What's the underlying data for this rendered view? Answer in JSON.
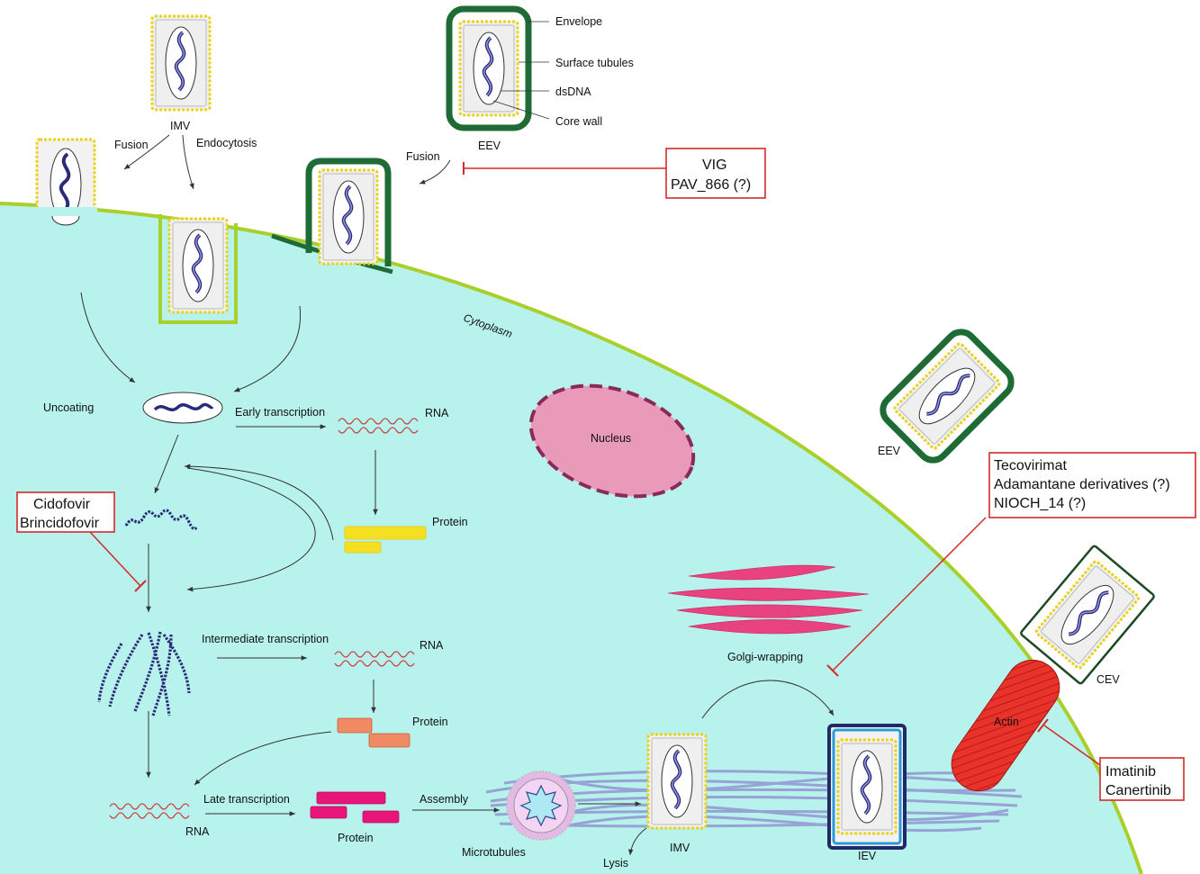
{
  "labels": {
    "imv_top": "IMV",
    "fusion_left": "Fusion",
    "endocytosis": "Endocytosis",
    "eev_top": "EEV",
    "envelope": "Envelope",
    "surface_tubules": "Surface tubules",
    "dsdna": "dsDNA",
    "core_wall": "Core wall",
    "fusion_right": "Fusion",
    "cytoplasm": "Cytoplasm",
    "uncoating": "Uncoating",
    "early_transcription": "Early transcription",
    "rna_early": "RNA",
    "protein_early": "Protein",
    "nucleus": "Nucleus",
    "eev_right": "EEV",
    "intermediate_transcription": "Intermediate transcription",
    "rna_intermediate": "RNA",
    "protein_intermediate": "Protein",
    "golgi_wrapping": "Golgi-wrapping",
    "cev": "CEV",
    "actin": "Actin",
    "late_transcription": "Late transcription",
    "rna_late": "RNA",
    "protein_late": "Protein",
    "assembly": "Assembly",
    "microtubules": "Microtubules",
    "lysis": "Lysis",
    "imv_bottom": "IMV",
    "iev": "IEV"
  },
  "drug_boxes": {
    "vig": [
      "VIG",
      "PAV_866 (?)"
    ],
    "cidofovir": [
      "Cidofovir",
      "Brincidofovir"
    ],
    "tecovirimat": [
      "Tecovirimat",
      "Adamantane derivatives (?)",
      "NIOCH_14 (?)"
    ],
    "imatinib": [
      "Imatinib",
      "Canertinib"
    ]
  },
  "colors": {
    "cytoplasm": "#b8f2ec",
    "membrane": "#a9cf2a",
    "eev_envelope": "#1e6b35",
    "inhibitor": "#d42a2a",
    "nucleus": "#e89ab8",
    "golgi": "#e8437f",
    "actin": "#e8322a",
    "microtubules": "#8f8fd0",
    "dna": "#2a2a7a",
    "rna": "#c84040",
    "protein_early": "#f4e021",
    "protein_intermediate": "#ef8a62",
    "protein_late": "#e8157a"
  }
}
